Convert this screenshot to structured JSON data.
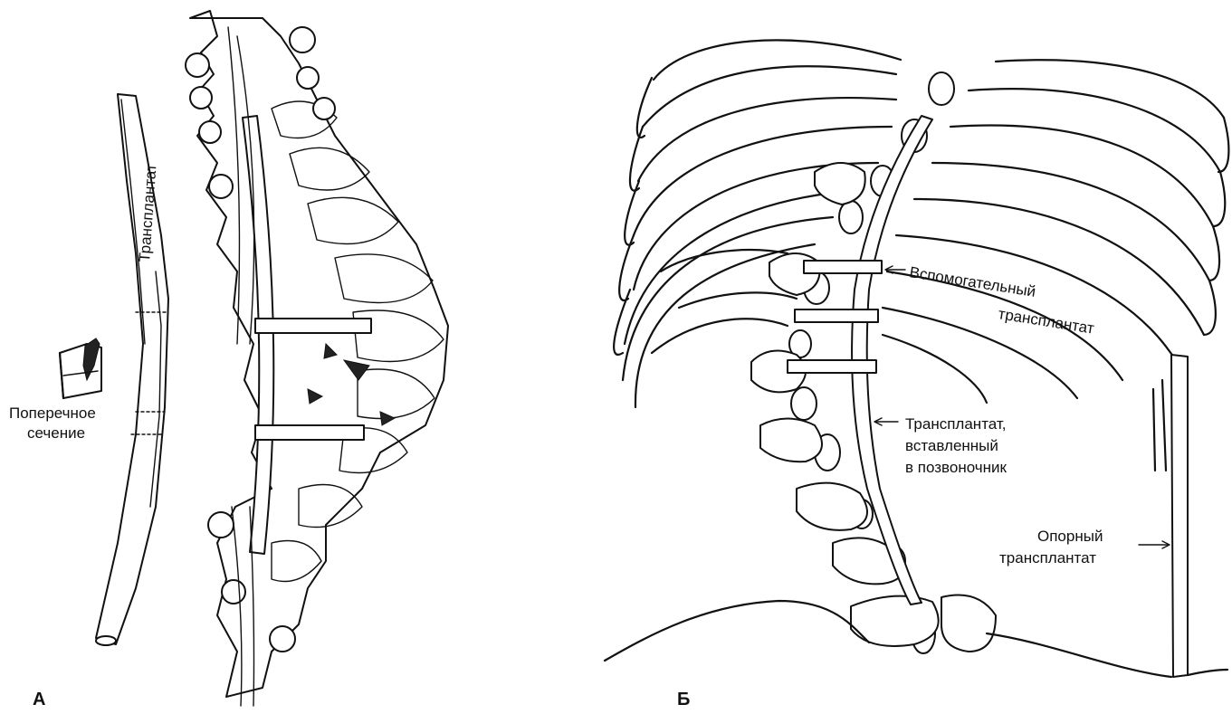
{
  "panel_a": {
    "letter": "А",
    "graft_label": "Трансплантат",
    "cross_section_label": [
      "Поперечное",
      "сечение"
    ]
  },
  "panel_b": {
    "letter": "Б",
    "auxiliary_graft_label": [
      "Вспомогательный",
      "трансплантат"
    ],
    "spinal_graft_label": [
      "Трансплантат,",
      "вставленный",
      "в позвоночник"
    ],
    "support_graft_label": [
      "Опорный",
      "трансплантат"
    ]
  }
}
